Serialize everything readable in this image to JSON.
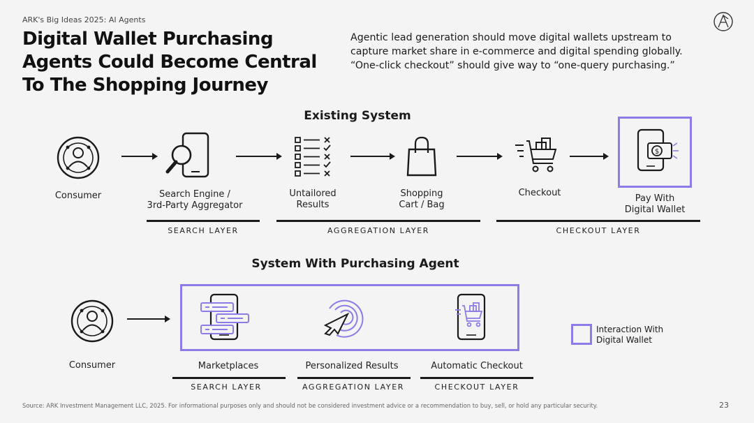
{
  "header": {
    "eyebrow": "ARK's Big Ideas 2025: AI Agents",
    "title_lines": [
      "Digital Wallet Purchasing",
      "Agents Could Become Central",
      "To The Shopping Journey"
    ],
    "intro_lines": [
      "Agentic lead generation should move digital wallets upstream to",
      "capture market share in e-commerce and digital spending globally.",
      "“One-click checkout” should give way to “one-query purchasing.”"
    ]
  },
  "existing": {
    "title": "Existing System",
    "steps": [
      {
        "icon": "consumer-icon",
        "lines": [
          "Consumer"
        ]
      },
      {
        "icon": "search-phone-icon",
        "lines": [
          "Search Engine /",
          "3rd-Party Aggregator"
        ]
      },
      {
        "icon": "checklist-icon",
        "lines": [
          "Untailored",
          "Results"
        ]
      },
      {
        "icon": "shopping-bag-icon",
        "lines": [
          "Shopping",
          "Cart / Bag"
        ]
      },
      {
        "icon": "shopping-cart-icon",
        "lines": [
          "Checkout"
        ]
      },
      {
        "icon": "wallet-phone-icon",
        "lines": [
          "Pay With",
          "Digital Wallet"
        ]
      }
    ],
    "layers": [
      "SEARCH LAYER",
      "AGGREGATION LAYER",
      "CHECKOUT LAYER"
    ]
  },
  "agent": {
    "title": "System With Purchasing Agent",
    "steps": [
      {
        "icon": "consumer-icon",
        "lines": [
          "Consumer"
        ]
      },
      {
        "icon": "marketplace-phone-icon",
        "lines": [
          "Marketplaces"
        ]
      },
      {
        "icon": "target-cursor-icon",
        "lines": [
          "Personalized Results"
        ]
      },
      {
        "icon": "cart-phone-icon",
        "lines": [
          "Automatic Checkout"
        ]
      }
    ],
    "layers": [
      "SEARCH LAYER",
      "AGGREGATION LAYER",
      "CHECKOUT LAYER"
    ]
  },
  "legend": {
    "lines": [
      "Interaction With",
      "Digital Wallet"
    ],
    "color": "#8e7be8"
  },
  "footer": {
    "source": "Source: ARK Investment Management LLC, 2025. For informational purposes only and should not be considered investment advice or a recommendation to buy, sell, or hold any particular security.",
    "page": "23"
  },
  "colors": {
    "accent": "#8e7be8",
    "ink": "#1a1a1a",
    "background": "#f4f4f4"
  }
}
